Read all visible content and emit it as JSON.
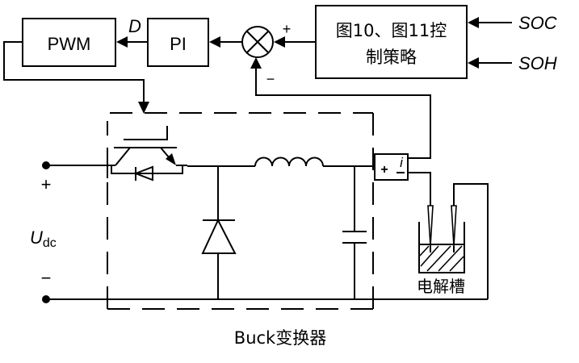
{
  "diagram": {
    "title": "Buck变换器",
    "blocks": {
      "pwm": "PWM",
      "pi": "PI",
      "strategy_line1": "图10、图11控",
      "strategy_line2": "制策略"
    },
    "signals": {
      "duty": "D",
      "soc": "SOC",
      "soh": "SOH",
      "sum_plus": "+",
      "sum_minus": "−"
    },
    "source": {
      "label_main": "U",
      "label_sub": "dc",
      "plus": "+",
      "minus": "−"
    },
    "sensor": {
      "plus": "+",
      "minus": "−",
      "label": "i"
    },
    "load": {
      "label": "电解槽"
    },
    "colors": {
      "line": "#000000",
      "background": "#ffffff"
    }
  }
}
